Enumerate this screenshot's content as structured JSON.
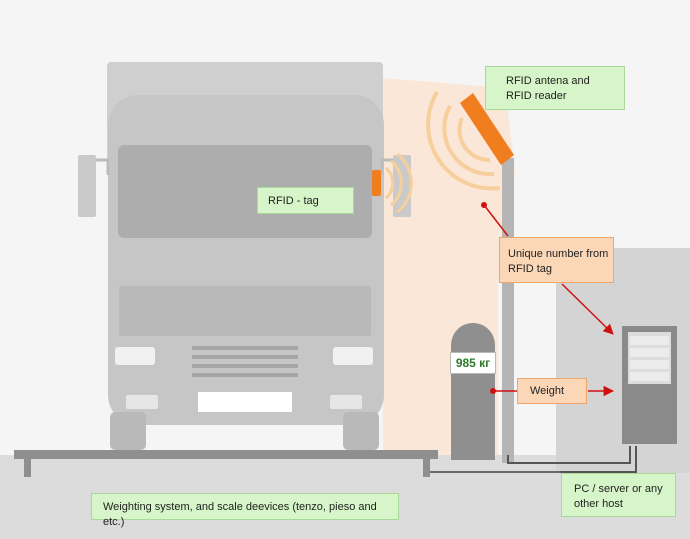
{
  "labels": {
    "antenna": "RFID antena and RFID reader",
    "tag": "RFID - tag",
    "unique_number": "Unique number from RFID tag",
    "weight": "Weight",
    "pc": "PC / server or any other host",
    "weighing": "Weighting system, and scale deevices (tenzo, pieso and etc.)"
  },
  "readout": {
    "weight_value": "985 кг"
  },
  "colors": {
    "label_green": "#d6f5c8",
    "label_orange": "#fbd7b8",
    "arrow_red": "#d01010",
    "antenna_orange": "#f07d1e",
    "truck_grey": "#c6c6c6"
  }
}
